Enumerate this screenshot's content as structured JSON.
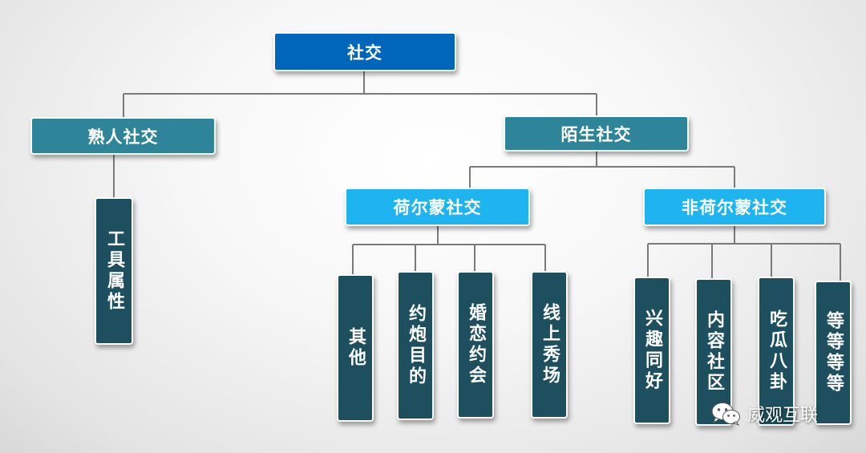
{
  "root": {
    "label": "社交"
  },
  "acquaintance": {
    "label": "熟人社交",
    "children": [
      "工具属性"
    ]
  },
  "stranger": {
    "label": "陌生社交",
    "hormone": {
      "label": "荷尔蒙社交",
      "children": [
        "其他",
        "约炮目的",
        "婚恋约会",
        "线上秀场"
      ]
    },
    "non_hormone": {
      "label": "非荷尔蒙社交",
      "children": [
        "兴趣同好",
        "内容社区",
        "吃瓜八卦",
        "等等等等"
      ]
    }
  },
  "watermark": {
    "text": "威观互联",
    "icon": "wechat-icon"
  },
  "colors": {
    "root": "#0066bb",
    "level1": "#2e8499",
    "level2": "#1eb4ef",
    "leaf": "#1d4f5e",
    "connector": "#7a7a7a"
  }
}
